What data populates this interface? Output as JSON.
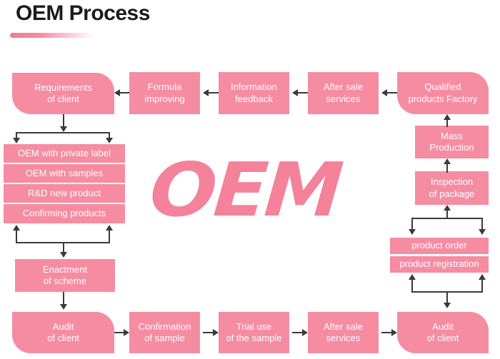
{
  "page": {
    "title": "OEM Process",
    "watermark": "OEM",
    "accent_color": "#f58ca2",
    "title_color": "#1b1b1b",
    "connector_color": "#3a3a3a",
    "background": "#ffffff"
  },
  "diagram": {
    "type": "flowchart",
    "top_row": {
      "flow_direction": "right-to-left",
      "nodes": [
        {
          "id": "requirements-of-client",
          "line1": "Requirements",
          "line2": "of client",
          "shape": "diagonal-rounded"
        },
        {
          "id": "formula-improving",
          "line1": "Formula",
          "line2": "improving",
          "shape": "rectangle"
        },
        {
          "id": "information-feedback",
          "line1": "Information",
          "line2": "feedback",
          "shape": "rectangle"
        },
        {
          "id": "after-sale-services-top",
          "line1": "After sale",
          "line2": "services",
          "shape": "rectangle"
        },
        {
          "id": "qualified-products-factory",
          "line1": "Qualified",
          "line2": "products Factory",
          "shape": "diagonal-rounded"
        }
      ]
    },
    "left_stack": {
      "items": [
        {
          "id": "oem-with-private-label",
          "label": "OEM with private label"
        },
        {
          "id": "oem-with-samples",
          "label": "OEM with samples"
        },
        {
          "id": "rd-new-product",
          "label": "R&D new product"
        },
        {
          "id": "confirming-products",
          "label": "Confirming products"
        }
      ]
    },
    "left_node": {
      "id": "enactment-of-scheme",
      "line1": "Enactment",
      "line2": "of scheme",
      "shape": "rectangle"
    },
    "right_column": {
      "flow_direction": "bottom-to-top",
      "nodes": [
        {
          "id": "mass-production",
          "line1": "Mass",
          "line2": "Production",
          "shape": "rectangle"
        },
        {
          "id": "inspection-of-package",
          "line1": "Inspection",
          "line2": "of package",
          "shape": "rectangle"
        }
      ],
      "stack": [
        {
          "id": "product-order",
          "label": "product order"
        },
        {
          "id": "product-registration",
          "label": "product registration"
        }
      ]
    },
    "bottom_row": {
      "flow_direction": "left-to-right",
      "nodes": [
        {
          "id": "audit-of-client-left",
          "line1": "Audit",
          "line2": "of client",
          "shape": "diagonal-rounded"
        },
        {
          "id": "confirmation-of-sample",
          "line1": "Confirmation",
          "line2": "of sample",
          "shape": "rectangle"
        },
        {
          "id": "trial-use-of-the-sample",
          "line1": "Trial use",
          "line2": "of the sample",
          "shape": "rectangle"
        },
        {
          "id": "after-sale-services-bottom",
          "line1": "After sale",
          "line2": "services",
          "shape": "rectangle"
        },
        {
          "id": "audit-of-client-right",
          "line1": "Audit",
          "line2": "of client",
          "shape": "diagonal-rounded"
        }
      ]
    }
  }
}
